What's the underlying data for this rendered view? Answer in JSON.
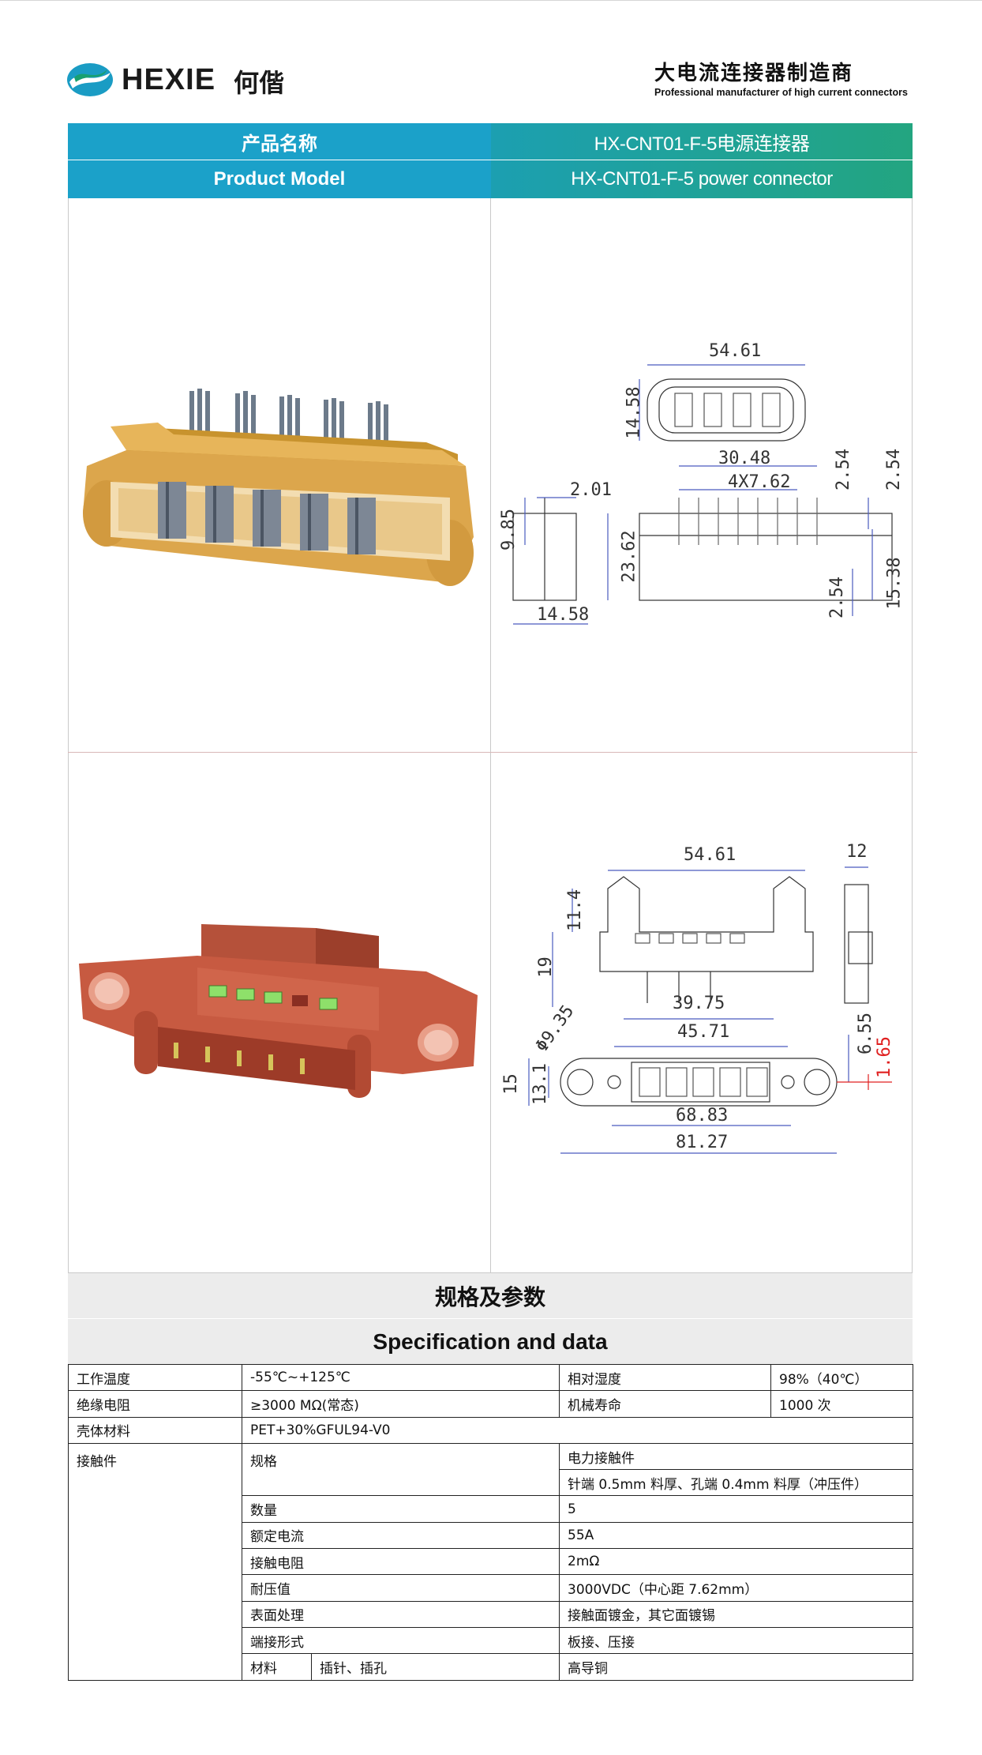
{
  "header": {
    "brand_en": "HEXIE",
    "brand_cn": "何偕",
    "tagline_cn": "大电流连接器制造商",
    "tagline_en": "Professional manufacturer of high current connectors"
  },
  "title_rows": [
    {
      "label": "产品名称",
      "value": "HX-CNT01-F-5电源连接器"
    },
    {
      "label": "Product Model",
      "value": "HX-CNT01-F-5 power connector"
    }
  ],
  "drawings": {
    "top": {
      "dims": [
        "54.61",
        "14.58",
        "30.48",
        "4X7.62",
        "2.54",
        "2.54",
        "2.01",
        "9.85",
        "23.62",
        "2.54",
        "15.38",
        "14.58"
      ]
    },
    "bottom": {
      "dims": [
        "54.61",
        "12",
        "11.4",
        "19",
        "39.75",
        "45.71",
        "6.55",
        "1.65",
        "Φ9.35",
        "15",
        "13.1",
        "68.83",
        "81.27"
      ]
    }
  },
  "spec": {
    "title_cn": "规格及参数",
    "title_en": "Specification and data",
    "rows": {
      "work_temp": {
        "label": "工作温度",
        "value": "-55℃~+125℃"
      },
      "humidity": {
        "label": "相对湿度",
        "value": "98%（40℃）"
      },
      "insulation": {
        "label": "绝缘电阻",
        "value": "≥3000 MΩ(常态)"
      },
      "mech_life": {
        "label": "机械寿命",
        "value": "1000 次"
      },
      "housing": {
        "label": "壳体材料",
        "value": "PET+30%GFUL94-V0"
      },
      "contact": {
        "label": "接触件"
      },
      "spec_item": {
        "label": "规格",
        "value1": "电力接触件",
        "value2": "针端 0.5mm 料厚、孔端 0.4mm 料厚（冲压件）"
      },
      "qty": {
        "label": "数量",
        "value": "5"
      },
      "rated_current": {
        "label": "额定电流",
        "value": "55A"
      },
      "contact_res": {
        "label": "接触电阻",
        "value": "2mΩ"
      },
      "withstand": {
        "label": "耐压值",
        "value": "3000VDC（中心距 7.62mm）"
      },
      "surface": {
        "label": "表面处理",
        "value": "接触面镀金，其它面镀锡"
      },
      "termination": {
        "label": "端接形式",
        "value": "板接、压接"
      },
      "material": {
        "label": "材料",
        "sub": "插针、插孔",
        "value": "高导铜"
      }
    }
  }
}
